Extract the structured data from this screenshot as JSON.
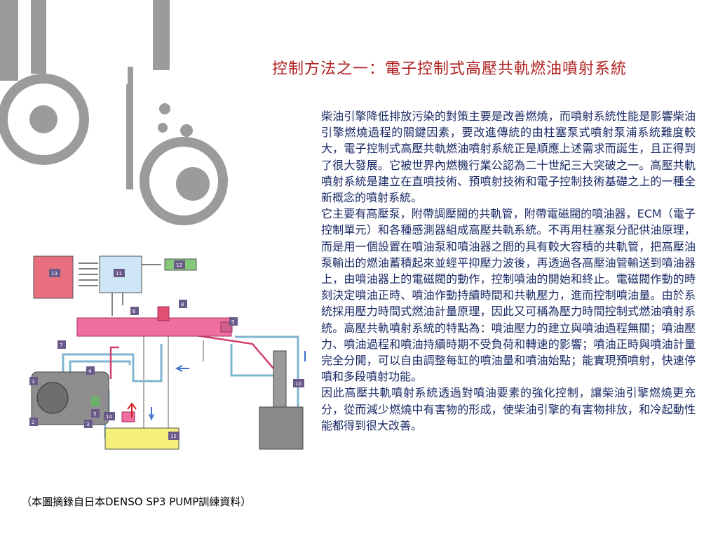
{
  "title": "控制方法之一：電子控制式高壓共軌燃油噴射系統",
  "paragraphs": [
    "柴油引擎降低排放污染的對策主要是改善燃燒，而噴射系統性能是影響柴油引擎燃燒過程的關鍵因素，要改進傳統的由柱塞泵式噴射泵浦系統難度較大，電子控制式高壓共軌燃油噴射系統正是順應上述需求而誕生，且正得到了很大發展。它被世界內燃機行業公認為二十世紀三大突破之一。高壓共軌噴射系統是建立在直噴技術、預噴射技術和電子控制技術基礎之上的一種全新概念的噴射系統。",
    "它主要有高壓泵，附帶調壓閥的共軌管，附帶電磁閥的噴油器，ECM（電子控制單元）和各種感測器組成高壓共軌系統。不再用柱塞泵分配供油原理，而是用一個設置在噴油泵和噴油器之間的具有較大容積的共軌管，把高壓油泵輸出的燃油蓄積起來並經平抑壓力波後，再透過各高壓油管輸送到噴油器上，由噴油器上的電磁閥的動作，控制噴油的開始和終止。電磁閥作動的時刻決定噴油正時、噴油作動持續時間和共軌壓力，進而控制噴油量。由於系統採用壓力時間式燃油計量原理，因此又可稱為壓力時間控制式燃油噴射系統。高壓共軌噴射系統的特點為：噴油壓力的建立與噴油過程無關；噴油壓力、噴油過程和噴油持續時期不受負荷和轉速的影響；噴油正時與噴油計量完全分開，可以自由調整每缸的噴油量和噴油始點；能實現預噴射，快速停噴和多段噴射功能。",
    "因此高壓共軌噴射系統透過對噴油要素的強化控制，讓柴油引擎燃燒更充分，從而減少燃燒中有害物的形成，使柴油引擎的有害物排放，和冷起動性能都得到很大改善。"
  ],
  "caption": "（本圖摘錄自日本DENSO SP3 PUMP訓練資料）",
  "diagram_labels": {
    "l1": "1",
    "l2": "2",
    "l3": "3",
    "l4": "4",
    "l5": "5",
    "l6": "6",
    "l7": "7",
    "l8": "8",
    "l9": "9",
    "l10": "10",
    "l11": "11",
    "l12": "12",
    "l13": "13",
    "l14": "14",
    "l15": "15"
  },
  "colors": {
    "title": "#b02020",
    "body": "#1a2a66",
    "decor_gray": "#9b9b9b",
    "rail_pink": "#f06fa0",
    "ecu_blue": "#cfe6f7",
    "box13_red": "#e8707e",
    "box12_green": "#86c87a",
    "tank_yellow": "#f4f07a",
    "fuel_line": "#7fb5cf",
    "label_bg": "#6a5a8a"
  }
}
